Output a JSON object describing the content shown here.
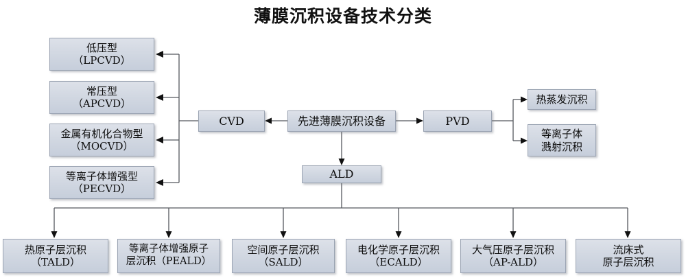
{
  "title": "薄膜沉积设备技术分类",
  "diagram": {
    "type": "tree-flowchart",
    "root": {
      "id": "root",
      "label": "先进薄膜沉积设备"
    },
    "branches": [
      {
        "id": "cvd",
        "label": "CVD",
        "children": [
          {
            "id": "lpcvd",
            "line1": "低压型",
            "line2": "（LPCVD）"
          },
          {
            "id": "apcvd",
            "line1": "常压型",
            "line2": "（APCVD）"
          },
          {
            "id": "mocvd",
            "line1": "金属有机化合物型",
            "line2": "（MOCVD）"
          },
          {
            "id": "pecvd",
            "line1": "等离子体增强型",
            "line2": "（PECVD）"
          }
        ]
      },
      {
        "id": "pvd",
        "label": "PVD",
        "children": [
          {
            "id": "thermal-evap",
            "line1": "热蒸发沉积",
            "line2": ""
          },
          {
            "id": "plasma-sputter",
            "line1": "等离子体",
            "line2": "溅射沉积"
          }
        ]
      },
      {
        "id": "ald",
        "label": "ALD",
        "children": [
          {
            "id": "tald",
            "line1": "热原子层沉积",
            "line2": "（TALD）"
          },
          {
            "id": "peald",
            "line1": "等离子体增强原子",
            "line2": "层沉积（PEALD）"
          },
          {
            "id": "sald",
            "line1": "空间原子层沉积",
            "line2": "（SALD）"
          },
          {
            "id": "ecald",
            "line1": "电化学原子层沉积",
            "line2": "（ECALD）"
          },
          {
            "id": "apald",
            "line1": "大气压原子层沉积",
            "line2": "（AP-ALD）"
          },
          {
            "id": "fbald",
            "line1": "流床式",
            "line2": "原子层沉积"
          }
        ]
      }
    ],
    "colors": {
      "node_fill": "#d2d8e2",
      "node_border": "#9aa3b2",
      "connector": "#55585e",
      "text": "#0d0d0d",
      "background": "#ffffff"
    }
  }
}
